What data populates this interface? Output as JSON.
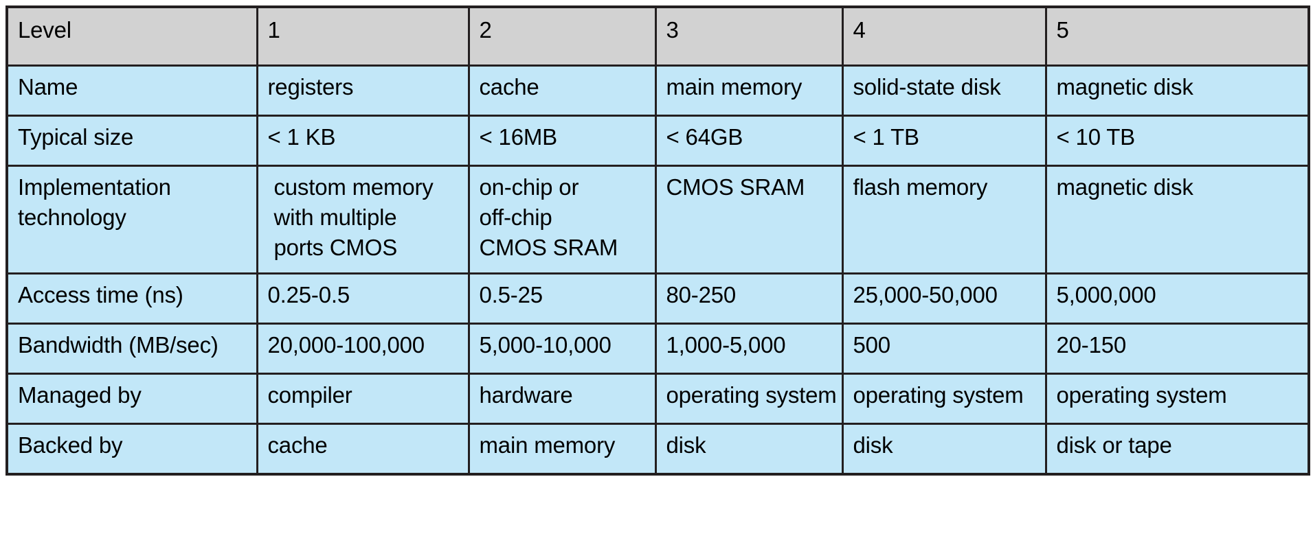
{
  "table": {
    "name": "memory-hierarchy-table",
    "colors": {
      "header_background": "#d2d2d2",
      "body_background": "#c2e7f8",
      "border": "#231f20",
      "text": "#000000",
      "page_background": "#ffffff"
    },
    "headers": [
      "Level",
      "1",
      "2",
      "3",
      "4",
      "5"
    ],
    "rows": [
      {
        "label": "Name",
        "cells": [
          [
            "registers"
          ],
          [
            "cache"
          ],
          [
            "main memory"
          ],
          [
            "solid-state disk"
          ],
          [
            "magnetic disk"
          ]
        ]
      },
      {
        "label": "Typical size",
        "cells": [
          [
            "< 1 KB"
          ],
          [
            "< 16MB"
          ],
          [
            "< 64GB"
          ],
          [
            "< 1 TB"
          ],
          [
            "< 10 TB"
          ]
        ]
      },
      {
        "label": "Implementation technology",
        "label_lines": [
          "Implementation",
          "technology"
        ],
        "cells": [
          [
            " custom memory",
            " with multiple",
            " ports CMOS"
          ],
          [
            "on-chip or",
            "off-chip",
            "CMOS SRAM"
          ],
          [
            "CMOS SRAM"
          ],
          [
            "flash memory"
          ],
          [
            "magnetic disk"
          ]
        ]
      },
      {
        "label": "Access time (ns)",
        "cells": [
          [
            "0.25-0.5"
          ],
          [
            "0.5-25"
          ],
          [
            "80-250"
          ],
          [
            "25,000-50,000"
          ],
          [
            "5,000,000"
          ]
        ]
      },
      {
        "label": "Bandwidth (MB/sec)",
        "cells": [
          [
            "20,000-100,000"
          ],
          [
            "5,000-10,000"
          ],
          [
            "1,000-5,000"
          ],
          [
            "500"
          ],
          [
            "20-150"
          ]
        ]
      },
      {
        "label": "Managed by",
        "cells": [
          [
            "compiler"
          ],
          [
            "hardware"
          ],
          [
            "operating system"
          ],
          [
            "operating system"
          ],
          [
            "operating system"
          ]
        ]
      },
      {
        "label": "Backed by",
        "cells": [
          [
            "cache"
          ],
          [
            "main memory"
          ],
          [
            "disk"
          ],
          [
            "disk"
          ],
          [
            "disk or tape"
          ]
        ]
      }
    ]
  }
}
